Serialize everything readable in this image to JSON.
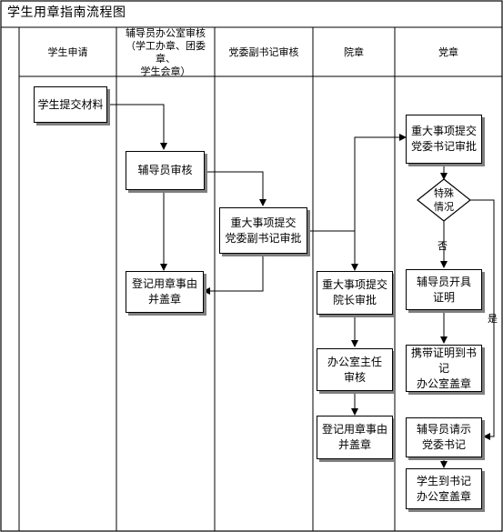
{
  "title": "学生用章指南流程图",
  "lanes": [
    {
      "label": "学生申请"
    },
    {
      "label": "辅导员办公室审核\n（学工办章、团委章、\n学生会章）"
    },
    {
      "label": "党委副书记审核"
    },
    {
      "label": "院章"
    },
    {
      "label": "党章"
    }
  ],
  "nodes": {
    "submit": "学生提交材料",
    "counselor_review": "辅导员审核",
    "register_stamp_1": "登记用章事由\n并盖章",
    "major_deputy": "重大事项提交\n党委副书记审批",
    "major_dean": "重大事项提交\n院长审批",
    "office_director": "办公室主任\n审核",
    "register_stamp_2": "登记用章事由\n并盖章",
    "major_secretary": "重大事项提交\n党委书记审批",
    "special_case": "特殊\n情况",
    "counselor_certificate": "辅导员开具\n证明",
    "bring_certificate": "携带证明到书记\n办公室盖章",
    "counselor_request": "辅导员请示\n党委书记",
    "student_to_office": "学生到书记\n办公室盖章"
  },
  "labels": {
    "no": "否",
    "yes": "是"
  }
}
